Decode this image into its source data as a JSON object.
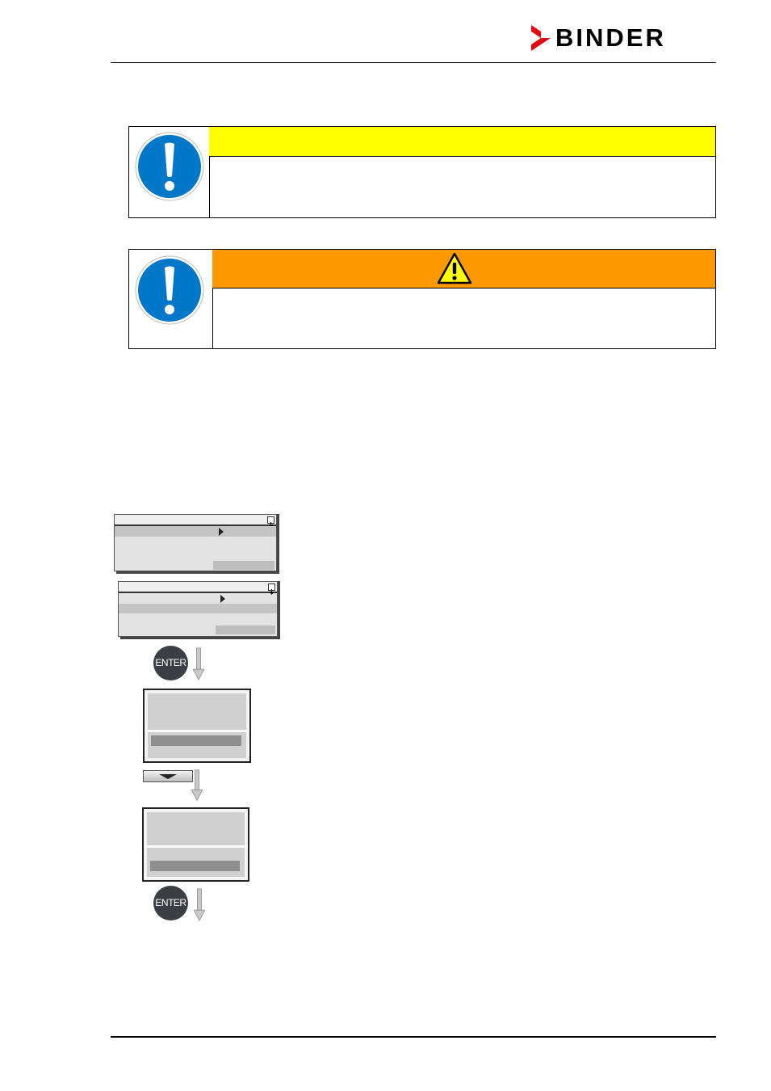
{
  "brand": {
    "name": "BINDER",
    "colors": {
      "logo_arrow": "#e30613",
      "logo_text": "#000000"
    },
    "icon": "binder-arrow-logo"
  },
  "notices": [
    {
      "type": "notice",
      "band_color": "#ffff00",
      "icon": "exclamation-circle-icon",
      "icon_color": "#0077c8",
      "band_text": "",
      "body_text": ""
    },
    {
      "type": "caution",
      "band_color": "#ff9900",
      "icon": "exclamation-circle-icon",
      "icon_color": "#0077c8",
      "warning_icon": "warning-triangle-icon",
      "band_text": "",
      "body_text": ""
    }
  ],
  "steps": {
    "enter_key_label": "ENTER",
    "icons": [
      "enter-key-icon",
      "down-arrow-icon",
      "down-key-icon",
      "scroll-down-icon",
      "cursor-right-icon"
    ]
  }
}
